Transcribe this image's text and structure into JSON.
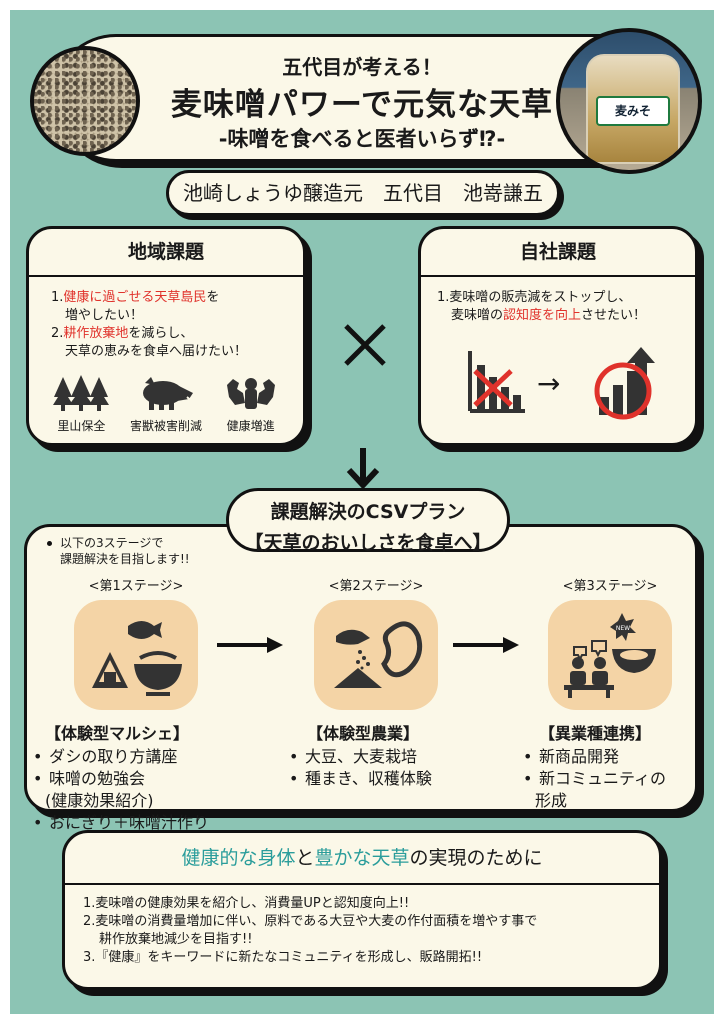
{
  "title": {
    "line1": "五代目が考える！",
    "line2": "麦味噌パワーで元気な天草",
    "line3": "-味噌を食べると医者いらず⁉-",
    "bag_label": "麦みそ"
  },
  "author": "池崎しょうゆ醸造元　五代目　池嵜謙五",
  "local_issue": {
    "heading": "地域課題",
    "item1_num": "1.",
    "item1_red": "健康に過ごせる天草島民",
    "item1_rest": "を",
    "item1_line2": "増やしたい！",
    "item2_num": "2.",
    "item2_red": "耕作放棄地",
    "item2_rest": "を減らし、",
    "item2_line2": "天草の恵みを食卓へ届けたい！",
    "icons": [
      {
        "icon": "trees-icon",
        "label": "里山保全"
      },
      {
        "icon": "boar-icon",
        "label": "害獣被害削減"
      },
      {
        "icon": "muscle-icon",
        "label": "健康増進"
      }
    ]
  },
  "company_issue": {
    "heading": "自社課題",
    "line1": "1.麦味噌の販売減をストップし、",
    "line2_pre": "麦味噌の",
    "line2_red": "認知度を向上",
    "line2_post": "させたい！",
    "arrow": "→"
  },
  "plan": {
    "title1": "課題解決のCSVプラン",
    "title2": "【天草のおいしさを食卓へ】",
    "note_line1": "以下の3ステージで",
    "note_line2": "課題解決を目指します!!",
    "stages": [
      {
        "label": "<第1ステージ>",
        "title": "【体験型マルシェ】",
        "items": [
          "ダシの取り方講座",
          "味噌の勉強会",
          "(健康効果紹介)",
          "おにぎり＋味噌汁作り"
        ]
      },
      {
        "label": "<第2ステージ>",
        "title": "【体験型農業】",
        "items": [
          "大豆、大麦栽培",
          "種まき、収穫体験"
        ]
      },
      {
        "label": "<第3ステージ>",
        "title": "【異業種連携】",
        "items": [
          "新商品開発",
          "新コミュニティの",
          "形成"
        ],
        "badge": "NEW"
      }
    ]
  },
  "bottom": {
    "head_teal1": "健康的な身体",
    "head_mid": "と",
    "head_teal2": "豊かな天草",
    "head_end": "の実現のために",
    "lines": [
      "1.麦味噌の健康効果を紹介し、消費量UPと認知度向上!!",
      "2.麦味噌の消費量増加に伴い、原料である大豆や大麦の作付面積を増やす事で",
      "耕作放棄地減少を目指す!!",
      "3.『健康』をキーワードに新たなコミュニティを形成し、販路開拓!!"
    ]
  },
  "colors": {
    "background": "#8cc4b4",
    "card": "#fbf8e8",
    "accent_red": "#e0322b",
    "accent_teal": "#2a9d9b",
    "stage_icon_bg": "#f4d4a6"
  }
}
